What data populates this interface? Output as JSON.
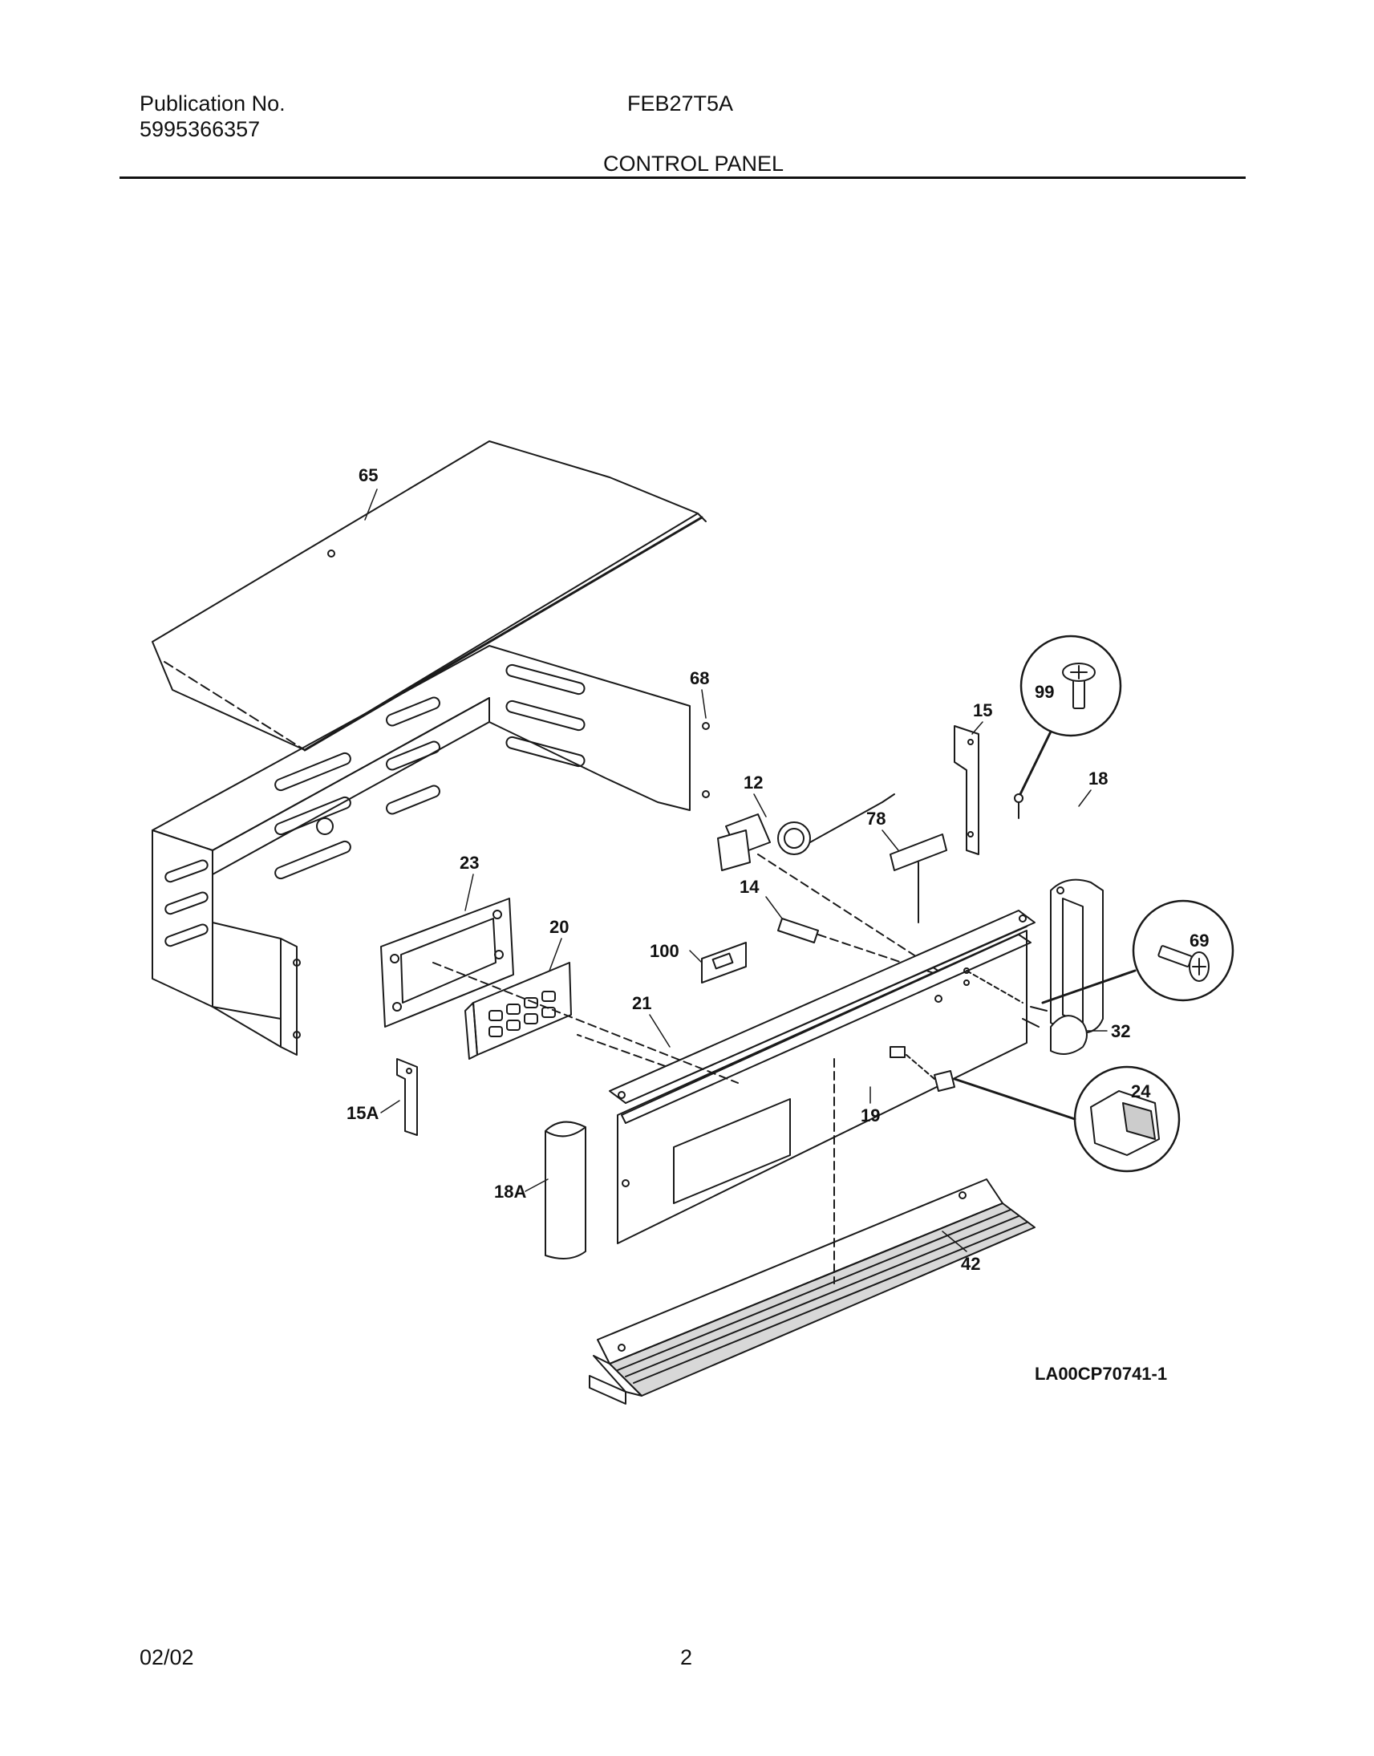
{
  "header": {
    "publication_label": "Publication No.",
    "publication_number": "5995366357",
    "model": "FEB27T5A",
    "section_title": "CONTROL PANEL"
  },
  "diagram": {
    "reference_code": "LA00CP70741-1",
    "callouts": {
      "p65": "65",
      "p68": "68",
      "p99": "99",
      "p15": "15",
      "p12": "12",
      "p18": "18",
      "p78": "78",
      "p23": "23",
      "p14": "14",
      "p20": "20",
      "p100": "100",
      "p69": "69",
      "p21": "21",
      "p32": "32",
      "p24": "24",
      "p19": "19",
      "p15A": "15A",
      "p18A": "18A",
      "p42": "42"
    }
  },
  "footer": {
    "date": "02/02",
    "page_number": "2"
  }
}
